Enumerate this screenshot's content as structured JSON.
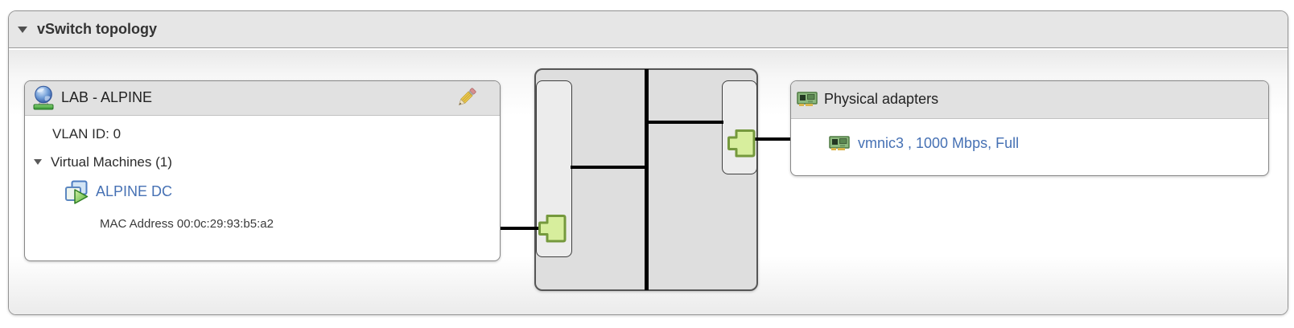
{
  "panel": {
    "title": "vSwitch topology"
  },
  "port_group": {
    "name": "LAB - ALPINE",
    "vlan_label": "VLAN ID: 0",
    "vm_section_label": "Virtual Machines (1)",
    "vms": [
      {
        "name": "ALPINE DC",
        "mac_label": "MAC Address 00:0c:29:93:b5:a2"
      }
    ]
  },
  "physical_adapters": {
    "title": "Physical adapters",
    "adapters": [
      {
        "label": "vmnic3 , 1000 Mbps, Full"
      }
    ]
  },
  "icons": {
    "panel_collapse": "triangle-down-icon",
    "port_group": "network-globe-icon",
    "edit": "pencil-icon",
    "vm_collapse": "triangle-down-icon",
    "vm": "virtual-machine-icon",
    "nic": "network-card-icon",
    "port": "switch-port-icon"
  },
  "colors": {
    "link": "#4671b4",
    "port_fill": "#d7ee9d",
    "port_stroke": "#75993d",
    "connector_line": "#000000",
    "header_bg": "#e6e6e6",
    "box_header_bg": "#e1e1e1",
    "switch_fill": "#dedede"
  }
}
